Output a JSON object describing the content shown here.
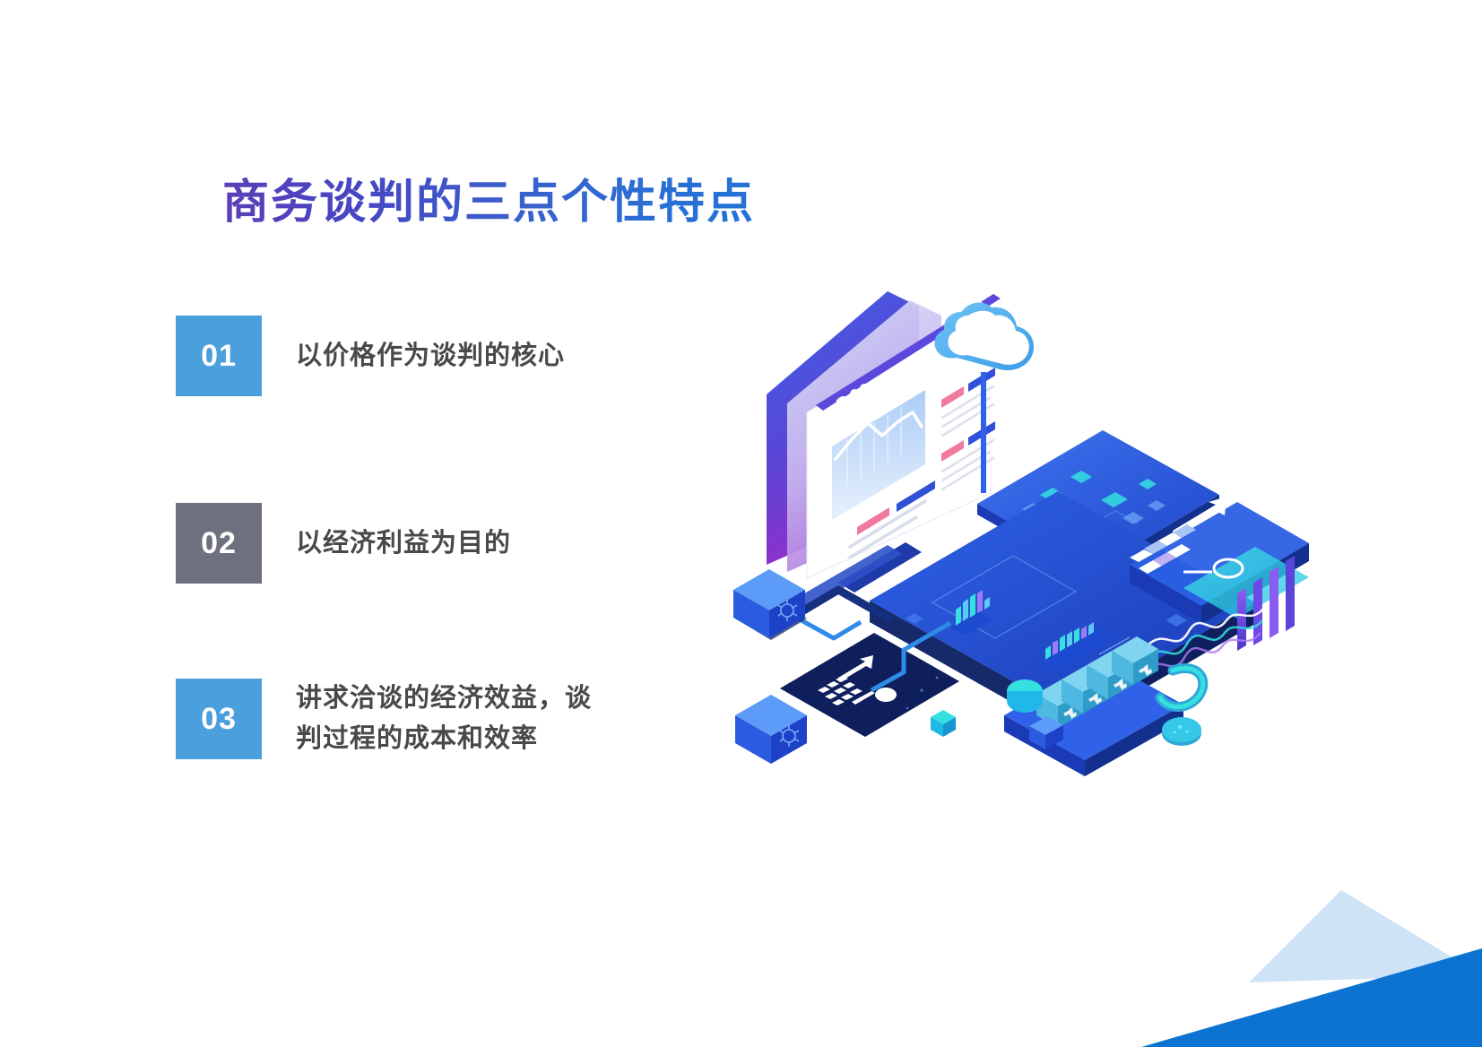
{
  "slide": {
    "title": "商务谈判的三点个性特点",
    "background_color": "#ffffff",
    "title_gradient_start": "#5B3FB8",
    "title_gradient_end": "#2472D6"
  },
  "items": [
    {
      "number": "01",
      "box_color": "#4A9FDC",
      "text": "以价格作为谈判的核心"
    },
    {
      "number": "02",
      "box_color": "#6E7080",
      "text": "以经济利益为目的"
    },
    {
      "number": "03",
      "box_color": "#4A9FDC",
      "text_line1": "讲求洽谈的经济效益，谈",
      "text_line2": "判过程的成本和效率"
    }
  ],
  "decor": {
    "triangle_light_color": "#CFE3F7",
    "triangle_solid_color": "#0C73D2"
  },
  "illustration": {
    "name": "isometric-cloud-data-center",
    "colors": {
      "browser_frame": "#3A5FE0",
      "browser_frame_purple": "#8B2FC9",
      "accent_pink": "#F2799E",
      "accent_blue": "#3050D8",
      "cloud": "#5BB4F0",
      "board_blue": "#2B5FE3",
      "board_dark": "#16296B",
      "cyan": "#35E0E0",
      "navy": "#0E1F5C",
      "purple_bar": "#7B5BE0"
    }
  }
}
